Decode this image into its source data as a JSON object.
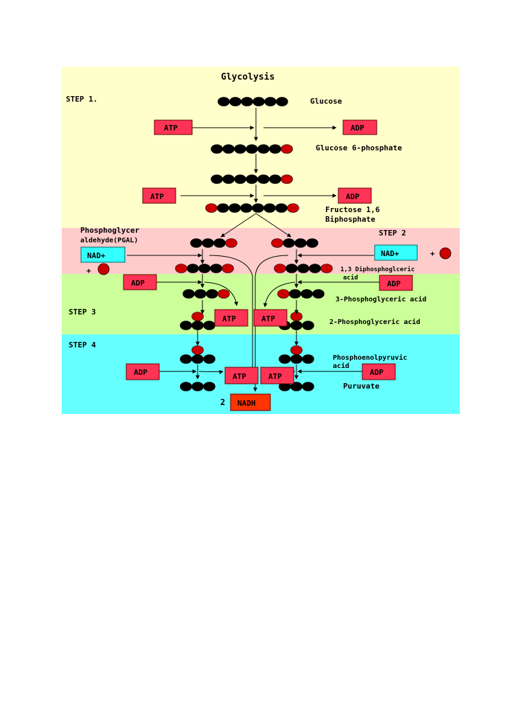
{
  "title": "Glycolysis",
  "steps": {
    "step1": "STEP 1.",
    "step2": "STEP 2",
    "step3": "STEP 3",
    "step4": "STEP 4"
  },
  "molecules": {
    "glucose": "Glucose",
    "glucose6p": "Glucose 6-phosphate",
    "fructose_line1": "Fructose 1,6",
    "fructose_line2": "Biphosphate",
    "pgal_line1": "Phosphoglycer",
    "pgal_line2": "aldehyde(PGAL)",
    "diphospho_line1": "1,3 Diphosphoglceric",
    "diphospho_line2": "acid",
    "phospho3": "3-Phosphoglyceric acid",
    "phospho2": "2-Phosphoglyceric acid",
    "pep_line1": "Phosphoenolpyruvic",
    "pep_line2": "acid",
    "pyruvate": "Puruvate"
  },
  "cofactors": {
    "atp": "ATP",
    "adp": "ADP",
    "nad": "NAD+",
    "nadh": "NADH",
    "nadh_count": "2",
    "plus": "+"
  },
  "colors": {
    "step1_bg": "#ffffcc",
    "step2_bg": "#ffcccc",
    "step3_bg": "#ccff99",
    "step4_bg": "#66ffff",
    "box_red": "#ff3355",
    "box_nadh": "#ff3300",
    "box_nad": "#33ffff",
    "carbon": "#000000",
    "phosphate": "#cc0000"
  }
}
